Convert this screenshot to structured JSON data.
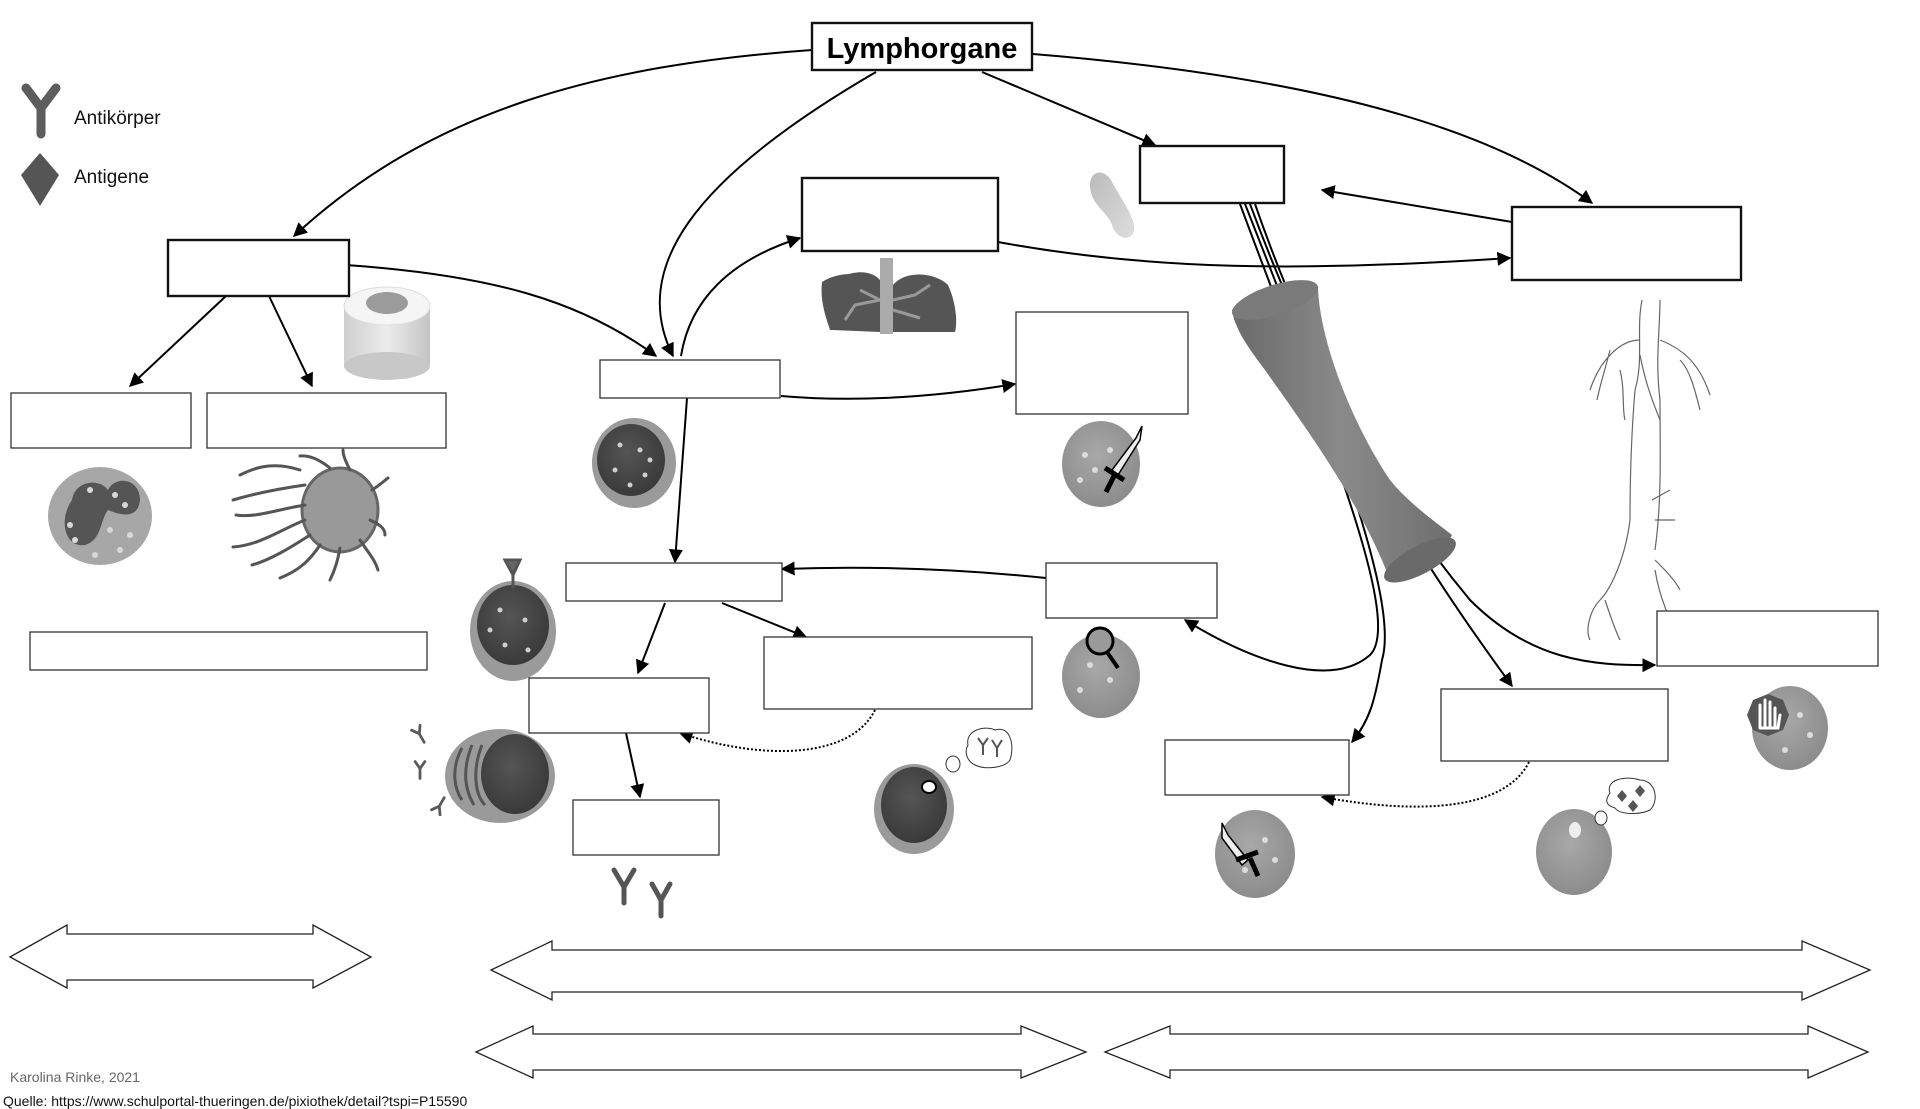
{
  "diagram": {
    "title": "Lymphorgane",
    "legend": [
      {
        "icon": "antibody-icon",
        "label": "Antikörper"
      },
      {
        "icon": "antigen-icon",
        "label": "Antigene"
      }
    ],
    "blank_boxes": [
      {
        "id": "bone-marrow-box",
        "text": ""
      },
      {
        "id": "granulocyte-box",
        "text": ""
      },
      {
        "id": "macrophage-box",
        "text": ""
      },
      {
        "id": "innate-defense-box",
        "text": ""
      },
      {
        "id": "thymus-box",
        "text": ""
      },
      {
        "id": "lymphocyte-box",
        "text": ""
      },
      {
        "id": "killer-cell-box",
        "text": ""
      },
      {
        "id": "spleen-box",
        "text": ""
      },
      {
        "id": "lymph-nodes-box",
        "text": ""
      },
      {
        "id": "b-cell-box",
        "text": ""
      },
      {
        "id": "t-helper-box",
        "text": ""
      },
      {
        "id": "plasma-cell-box",
        "text": ""
      },
      {
        "id": "memory-b-cell-box",
        "text": ""
      },
      {
        "id": "antibody-box",
        "text": ""
      },
      {
        "id": "t-killer-box",
        "text": ""
      },
      {
        "id": "memory-t-cell-box",
        "text": ""
      },
      {
        "id": "t-suppressor-box",
        "text": ""
      }
    ],
    "range_arrows": [
      {
        "id": "range-arrow-unspecific",
        "text": ""
      },
      {
        "id": "range-arrow-specific",
        "text": ""
      },
      {
        "id": "range-arrow-humoral",
        "text": ""
      },
      {
        "id": "range-arrow-cellular",
        "text": ""
      }
    ]
  },
  "credits": {
    "author": "Karolina Rinke, 2021",
    "source": "Quelle: https://www.schulportal-thueringen.de/pixiothek/detail?tspi=P15590"
  }
}
